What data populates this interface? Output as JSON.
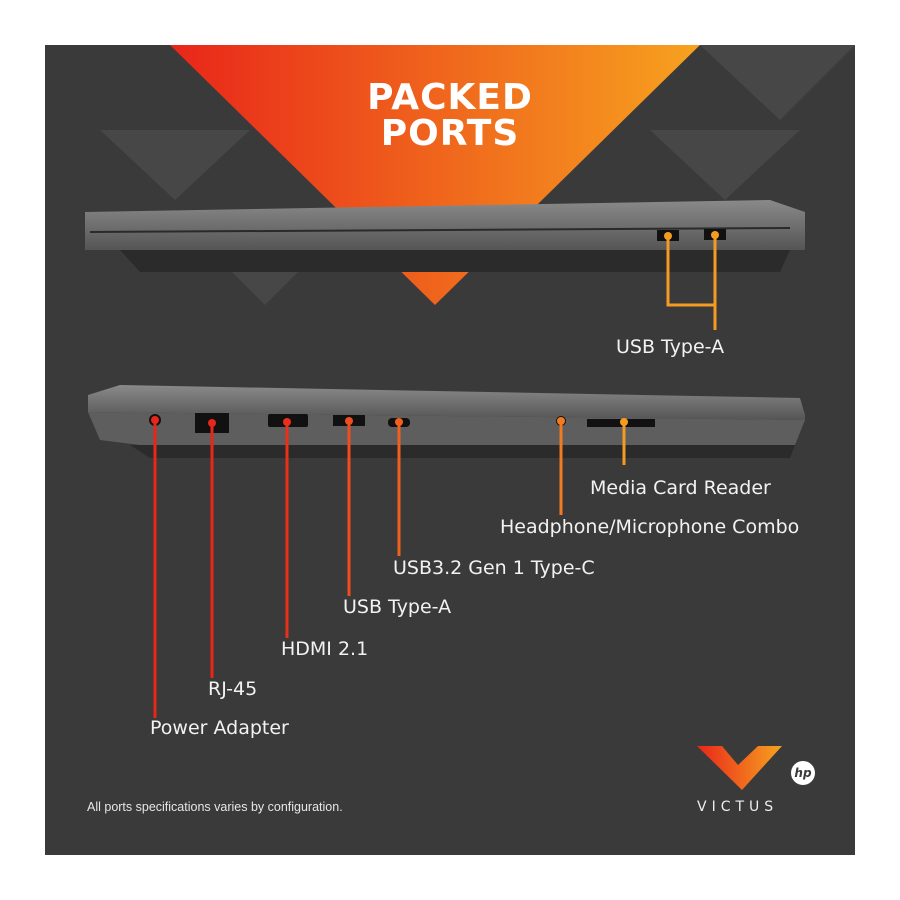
{
  "headline": {
    "line1": "PACKED",
    "line2": "PORTS"
  },
  "top_view": {
    "labels": [
      {
        "text": "USB Type-A"
      }
    ]
  },
  "side_view": {
    "labels": [
      {
        "text": "Media Card Reader"
      },
      {
        "text": "Headphone/Microphone Combo"
      },
      {
        "text": "USB3.2 Gen 1 Type-C"
      },
      {
        "text": "USB Type-A"
      },
      {
        "text": "HDMI 2.1"
      },
      {
        "text": "RJ-45"
      },
      {
        "text": "Power Adapter"
      }
    ]
  },
  "footnote": "All ports specifications varies by configuration.",
  "brand": {
    "name": "VICTUS",
    "logo_text": "hp"
  },
  "colors": {
    "background": "#3a3a3a",
    "red": "#e8261a",
    "orange_red": "#f04d1c",
    "orange": "#f47a20",
    "amber": "#f59a23"
  }
}
